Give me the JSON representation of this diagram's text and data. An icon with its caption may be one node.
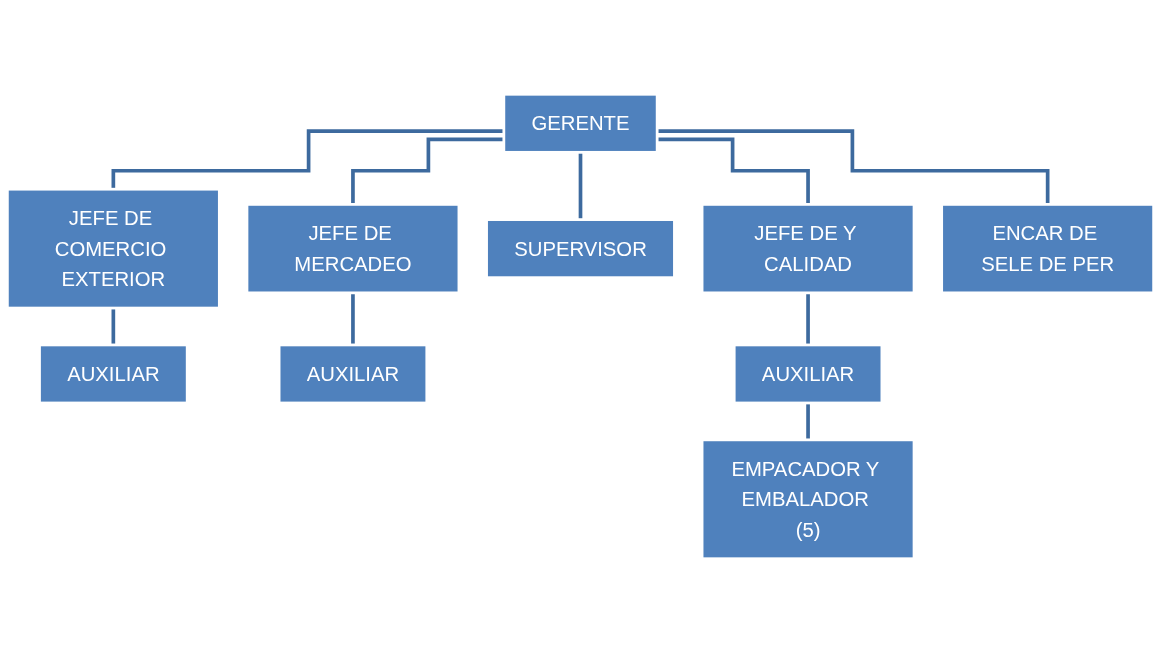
{
  "diagram": {
    "nodes": [
      {
        "text": [
          "GERENTE"
        ]
      },
      {
        "text": [
          "JEFE DE COMERCIO EXTERIOR"
        ]
      },
      {
        "text": [
          "JEFE DE MERCADEO"
        ]
      },
      {
        "text": [
          "SUPERVISOR"
        ]
      },
      {
        "text": [
          "JEFE DE Y CALIDAD"
        ]
      },
      {
        "text": [
          "ENCAR DE SELE DE PER"
        ]
      },
      {
        "text": [
          "AUXILIAR"
        ]
      },
      {
        "text": [
          "AUXILIAR"
        ]
      },
      {
        "text": [
          "AUXILIAR"
        ]
      },
      {
        "text": [
          "EMPACADOR Y EMBALADOR (5)"
        ]
      }
    ],
    "edges": [
      {
        "from": 0,
        "to": 1,
        "arrow": "none"
      },
      {
        "from": 0,
        "to": 2,
        "arrow": "none"
      },
      {
        "from": 0,
        "to": 3,
        "arrow": "none"
      },
      {
        "from": 0,
        "to": 4,
        "arrow": "none"
      },
      {
        "from": 0,
        "to": 5,
        "arrow": "none"
      },
      {
        "from": 1,
        "to": 6,
        "arrow": "none"
      },
      {
        "from": 2,
        "to": 7,
        "arrow": "none"
      },
      {
        "from": 4,
        "to": 8,
        "arrow": "none"
      },
      {
        "from": 8,
        "to": 9,
        "arrow": "none"
      }
    ]
  }
}
